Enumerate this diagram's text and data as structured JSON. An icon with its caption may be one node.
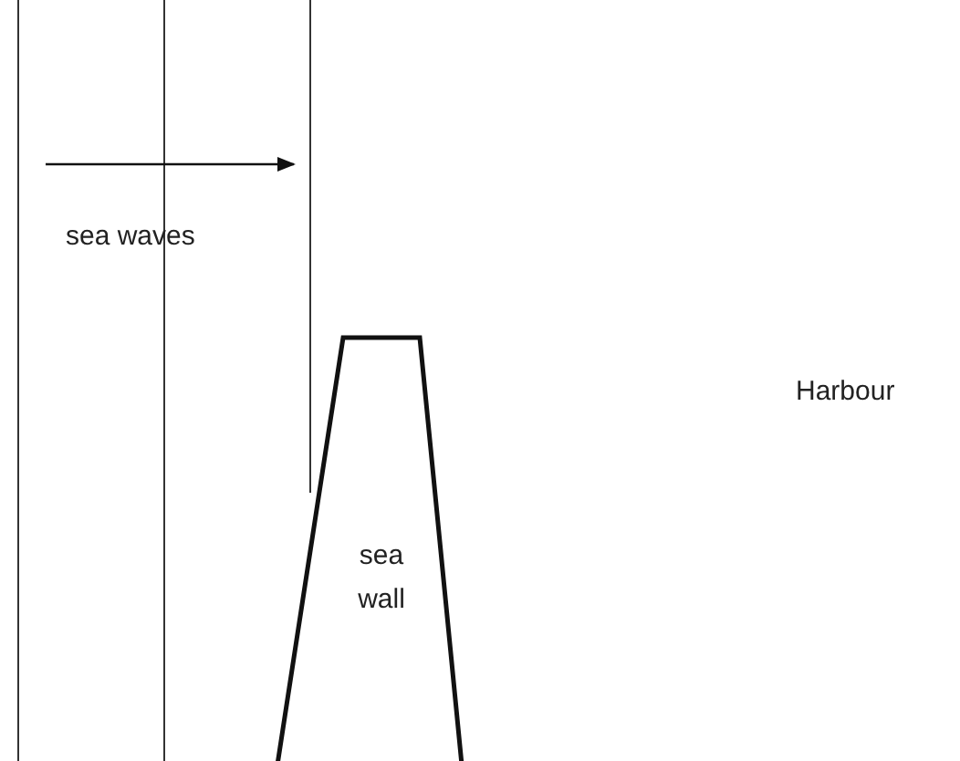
{
  "diagram": {
    "nodes": [
      {
        "text": [
          "sea wall"
        ]
      }
    ],
    "labels": [
      "sea waves",
      "Harbour"
    ]
  }
}
